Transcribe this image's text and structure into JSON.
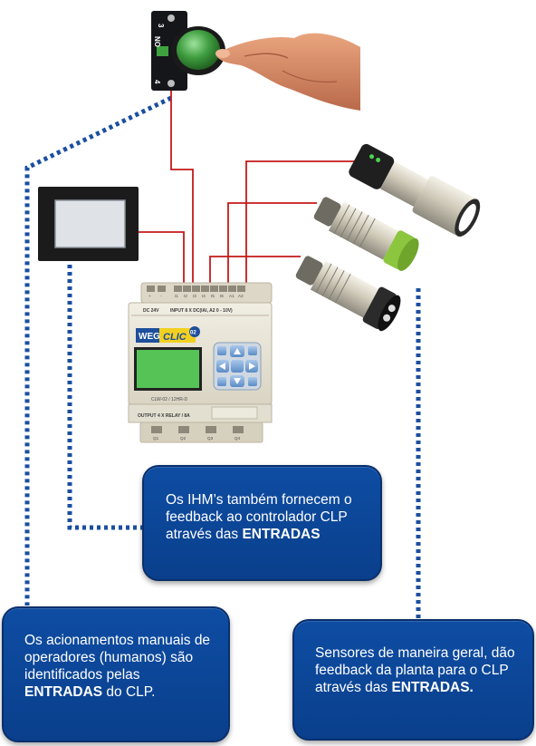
{
  "colors": {
    "wire": "#c41a1a",
    "dotted": "#1a4fa0",
    "callout_bg": "#0b459a",
    "plc_body": "#e8e4d6",
    "plc_display": "#4fc04f",
    "button_green": "#3e9a3e",
    "sensor_ring": "#8cc63f"
  },
  "icons": [
    "push-button-icon",
    "hand-icon",
    "hmi-panel-icon",
    "plc-icon",
    "inductive-sensor-icon",
    "photo-sensor-icon"
  ],
  "pushbutton": {
    "label_top": "3",
    "label_mid": "NO",
    "label_bottom": "4"
  },
  "plc": {
    "input_header": "INPUT 8 X DC(IAI, A2 0 - 10V)",
    "supply_label": "DC 24V",
    "brand": "WEG",
    "model_name": "CLIC",
    "model_suffix": "02",
    "model_code": "CLW-02 / 12HR-D",
    "output_header": "OUTPUT 4 X RELAY / 8A",
    "terminals_top": [
      "+",
      "-",
      "I1",
      "I2",
      "I3",
      "I4",
      "I5",
      "I6",
      "A1",
      "A2"
    ],
    "terminals_bottom": [
      "Q1",
      "Q2",
      "Q3",
      "Q4"
    ]
  },
  "callouts": {
    "ihm": {
      "text_pre": "Os IHM’s também fornecem o feedback ao controlador CLP através das ",
      "text_bold": "ENTRADAS",
      "text_post": ""
    },
    "manual": {
      "text_pre": "Os acionamentos manuais de operadores (humanos) são identificados pelas ",
      "text_bold": "ENTRADAS",
      "text_post": " do CLP."
    },
    "sensors": {
      "text_pre": "Sensores de maneira geral, dão feedback da planta para o CLP através das ",
      "text_bold": "ENTRADAS.",
      "text_post": ""
    }
  }
}
